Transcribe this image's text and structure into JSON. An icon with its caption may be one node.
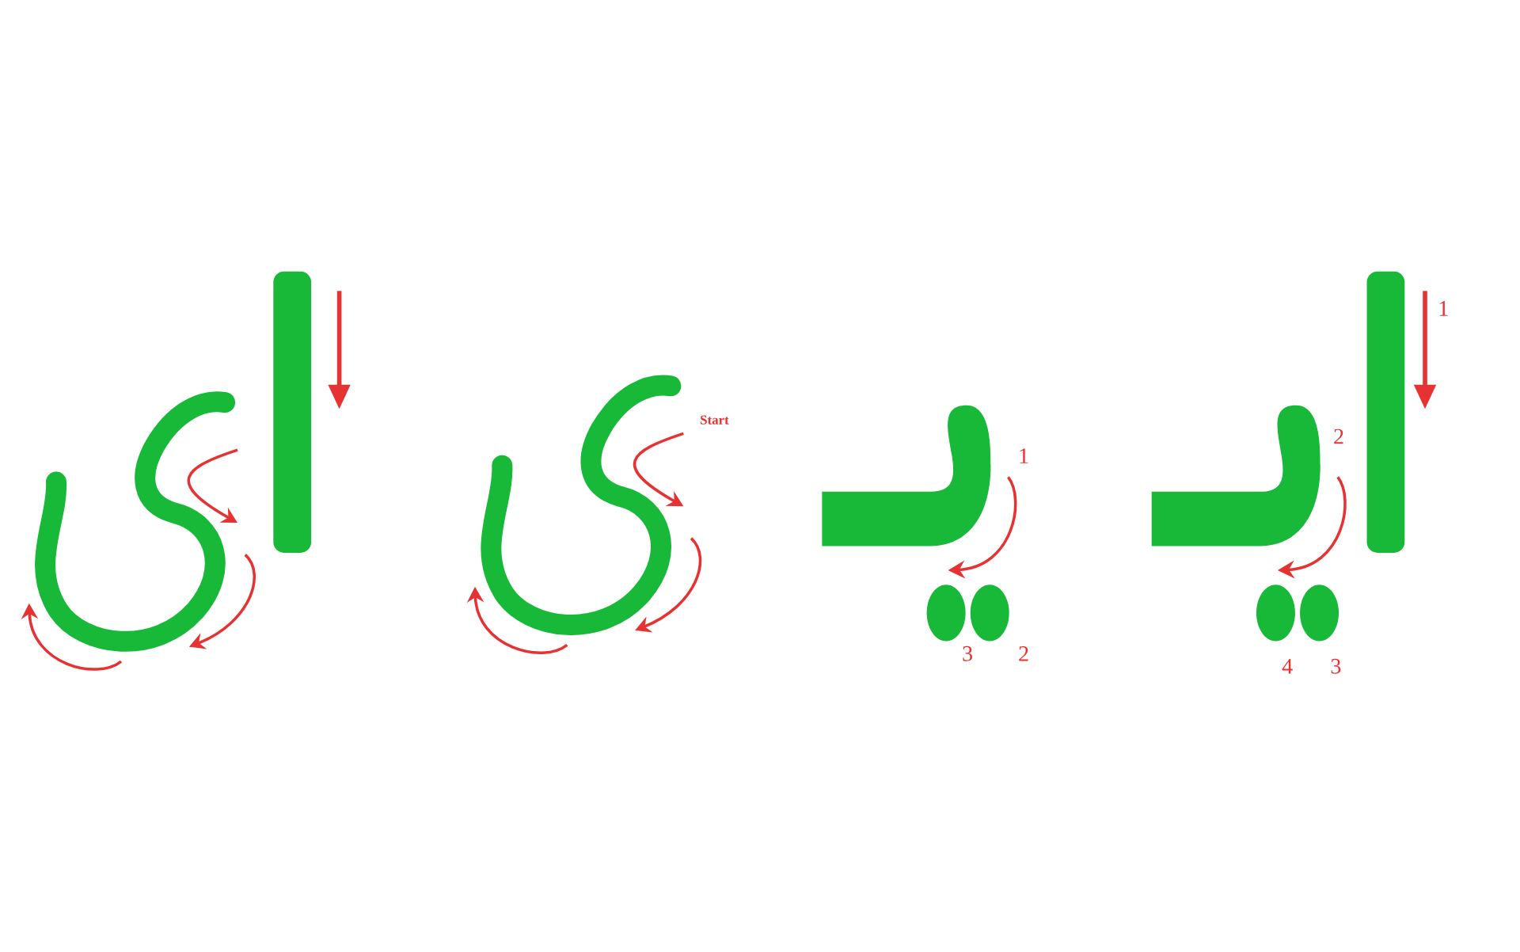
{
  "diagram": {
    "labels": [
      "Start",
      "1",
      "3",
      "2",
      "1",
      "2",
      "4",
      "3"
    ]
  }
}
